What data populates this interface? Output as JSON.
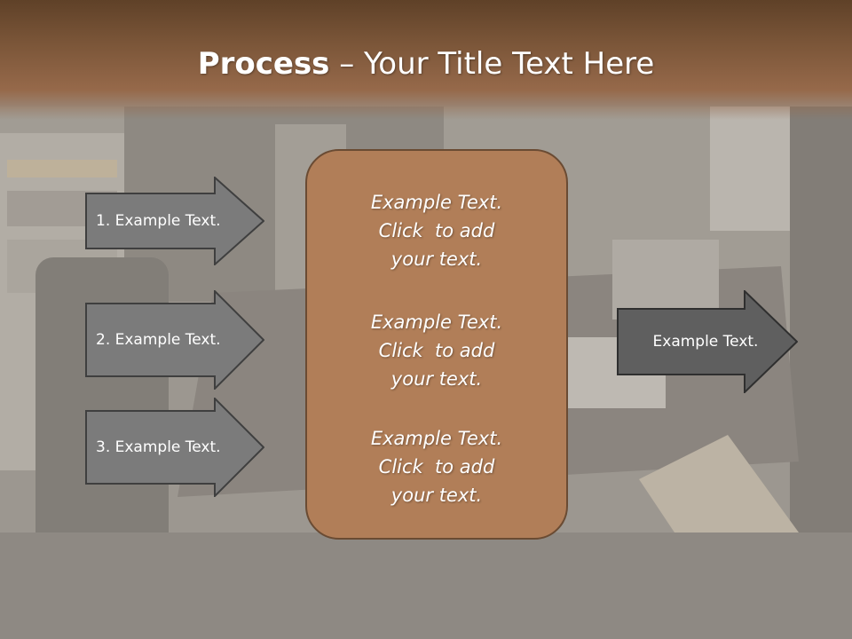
{
  "title": {
    "bold": "Process",
    "rest": " – Your Title Text Here"
  },
  "left_steps": [
    {
      "label": "1. Example Text."
    },
    {
      "label": "2. Example Text."
    },
    {
      "label": "3. Example Text."
    }
  ],
  "center_blocks": [
    {
      "line1": "Example Text.",
      "line2": "Click  to add",
      "line3": "your text."
    },
    {
      "line1": "Example Text.",
      "line2": "Click  to add",
      "line3": "your text."
    },
    {
      "line1": "Example Text.",
      "line2": "Click  to add",
      "line3": "your text."
    }
  ],
  "output": {
    "label": "Example Text."
  },
  "colors": {
    "header_brown": "#7a5538",
    "panel_brown": "#b17e58",
    "arrow_gray": "#7b7b7b",
    "output_arrow_gray": "#5f5f5f"
  }
}
